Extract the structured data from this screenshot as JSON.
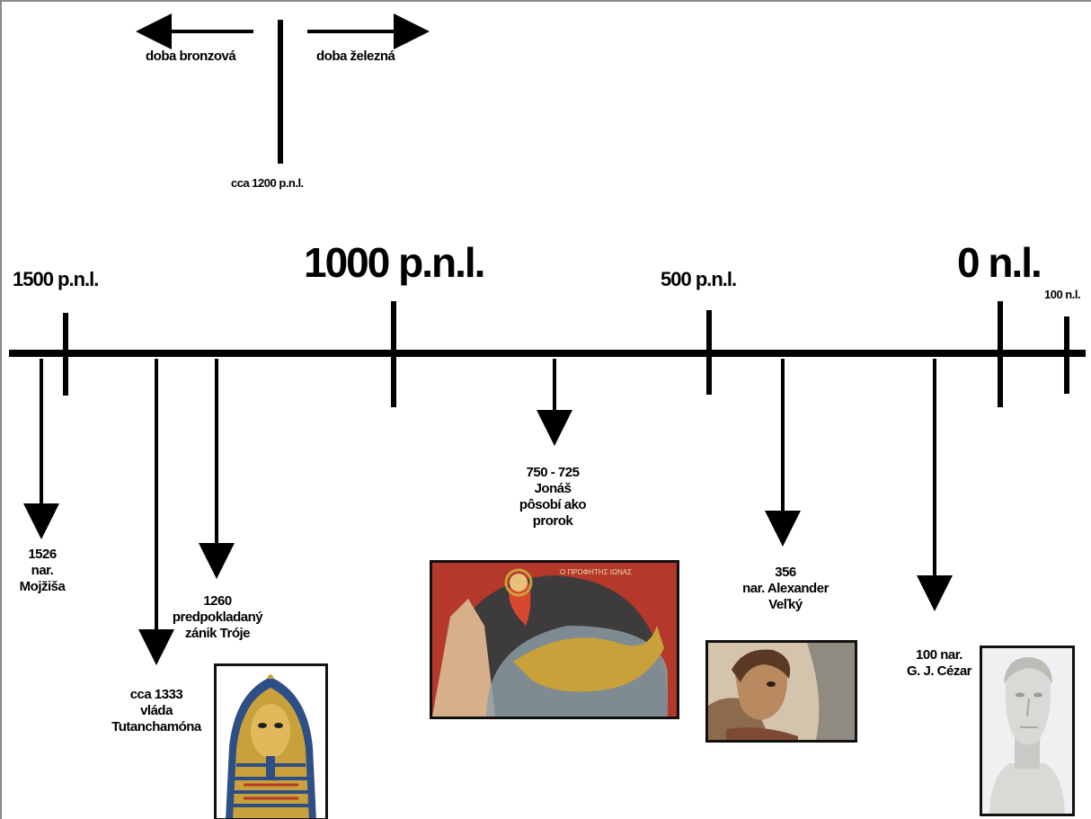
{
  "era": {
    "bronze": "doba  bronzová",
    "iron": "doba  železná",
    "divider": "cca 1200 p.n.l."
  },
  "scale": {
    "y1500": "1500 p.n.l.",
    "y1000": "1000 p.n.l.",
    "y500": "500 p.n.l.",
    "y0": "0 n.l.",
    "y100": "100 n.l."
  },
  "events": {
    "moses": [
      "1526",
      "nar.",
      "Mojžiša"
    ],
    "tut": [
      "cca 1333",
      "vláda",
      "Tutanchamóna"
    ],
    "troy": [
      "1260",
      "predpokladaný",
      "zánik Tróje"
    ],
    "jonah": [
      "750 - 725",
      "Jonáš",
      "pôsobí ako",
      "prorok"
    ],
    "alexander": [
      "356",
      "nar. Alexander",
      "Veľký"
    ],
    "caesar": [
      "100 nar.",
      "G. J. Cézar"
    ]
  },
  "images": {
    "jonah_inscription": "Ο ΠΡΟΦΗΤΗΣ ΙΩΝΑΣ",
    "tut_mask": "golden-mask",
    "jonah_fresco": "fresco-jonah-whale",
    "alexander_mosaic": "mosaic-portrait",
    "caesar_bust": "marble-bust"
  },
  "colors": {
    "line": "#000000",
    "gold": "#c9a13b",
    "lapis": "#2e4f86",
    "fresco_sky": "#3e3b3c",
    "fresco_red": "#b4392a",
    "marble": "#d9d9d6"
  }
}
